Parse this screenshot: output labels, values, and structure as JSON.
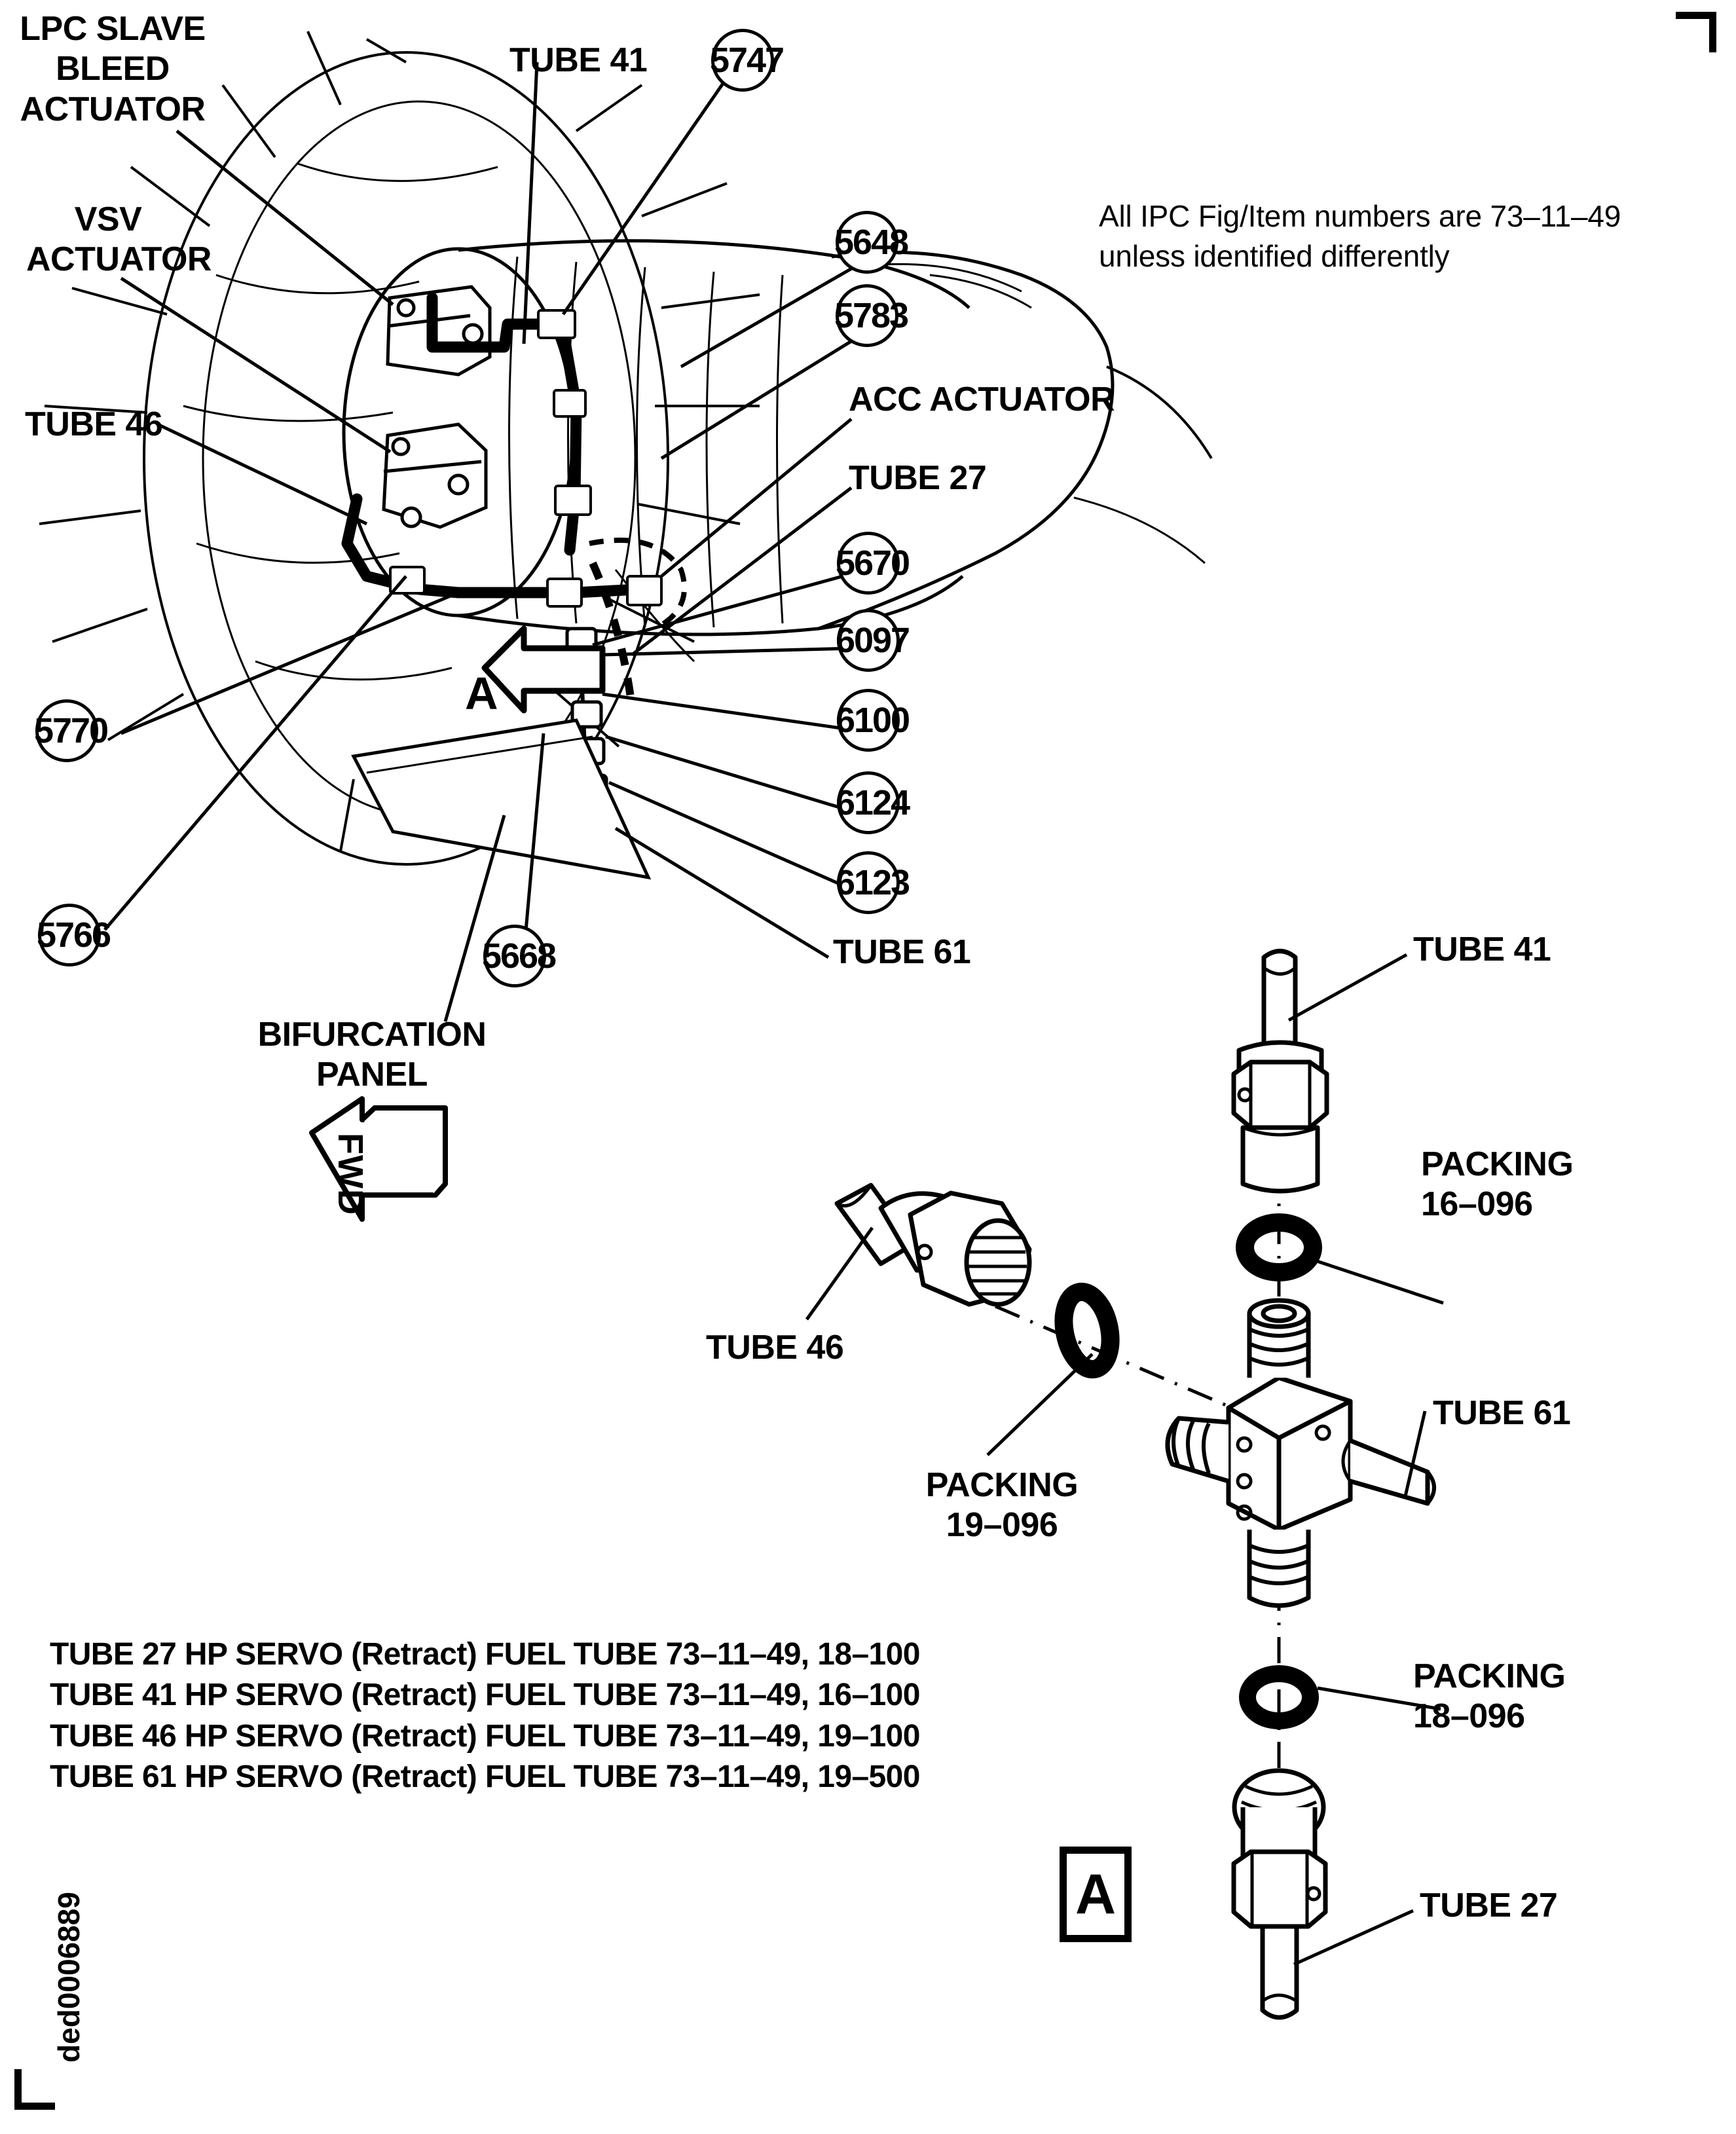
{
  "document": {
    "drawing_id": "ded0006889",
    "note": {
      "line1": "All IPC Fig/Item numbers are 73–11–49",
      "line2": "unless identified differently"
    }
  },
  "engine_view": {
    "labels": {
      "lpc_slave_bleed_actuator": "LPC SLAVE\nBLEED\nACTUATOR",
      "vsv_actuator": "VSV\nACTUATOR",
      "tube_46": "TUBE 46",
      "tube_41": "TUBE 41",
      "acc_actuator": "ACC ACTUATOR",
      "tube_27": "TUBE 27",
      "tube_61": "TUBE 61",
      "bifurcation_panel": "BIFURCATION\nPANEL",
      "detail_a": "A",
      "fwd_arrow": "FWD"
    },
    "callouts": [
      {
        "id": "5747",
        "value": "5747"
      },
      {
        "id": "5648",
        "value": "5648"
      },
      {
        "id": "5783",
        "value": "5783"
      },
      {
        "id": "5670",
        "value": "5670"
      },
      {
        "id": "6097",
        "value": "6097"
      },
      {
        "id": "6100",
        "value": "6100"
      },
      {
        "id": "6124",
        "value": "6124"
      },
      {
        "id": "6123",
        "value": "6123"
      },
      {
        "id": "5770",
        "value": "5770"
      },
      {
        "id": "5766",
        "value": "5766"
      },
      {
        "id": "5668",
        "value": "5668"
      }
    ]
  },
  "exploded_view": {
    "detail_label": "A",
    "labels": {
      "tube_41": "TUBE 41",
      "tube_46": "TUBE 46",
      "tube_61": "TUBE 61",
      "tube_27": "TUBE 27",
      "packing_16_096": "PACKING\n16–096",
      "packing_19_096": "PACKING\n19–096",
      "packing_18_096": "PACKING\n18–096"
    }
  },
  "spec_table": {
    "rows": [
      "TUBE 27 HP SERVO (Retract) FUEL TUBE 73–11–49, 18–100",
      "TUBE 41 HP SERVO (Retract) FUEL TUBE 73–11–49, 16–100",
      "TUBE 46 HP SERVO (Retract) FUEL TUBE 73–11–49, 19–100",
      "TUBE 61 HP SERVO (Retract) FUEL TUBE 73–11–49, 19–500"
    ]
  }
}
